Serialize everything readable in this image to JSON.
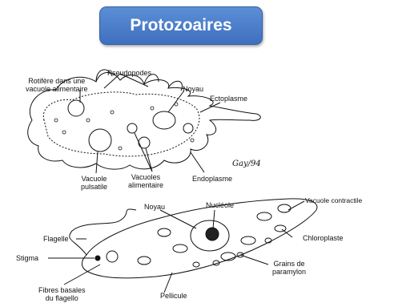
{
  "title": "Protozoaires",
  "amoeba": {
    "pseudopodes": "Pseudopodes",
    "rotifere_1": "Rotifère dans une",
    "rotifere_2": "vacuole alimentaire",
    "noyau": "Noyau",
    "ectoplasme": "Ectoplasme",
    "vacuole_pulsatile_1": "Vacuole",
    "vacuole_pulsatile_2": "pulsatile",
    "vacuoles_alimentaire_1": "Vacuoles",
    "vacuoles_alimentaire_2": "alimentaire",
    "endoplasme": "Endoplasme",
    "signature": "Gay/94"
  },
  "euglena": {
    "noyau": "Noyau",
    "nucleole": "Nucléole",
    "vacuole_contractile": "Vacuole contractile",
    "flagelle": "Flagelle",
    "chloroplaste": "Chloroplaste",
    "stigma": "Stigma",
    "grains_1": "Grains de",
    "grains_2": "paramylon",
    "fibres_1": "Fibres basales",
    "fibres_2": "du flagello",
    "pellicule": "Pellicule"
  }
}
